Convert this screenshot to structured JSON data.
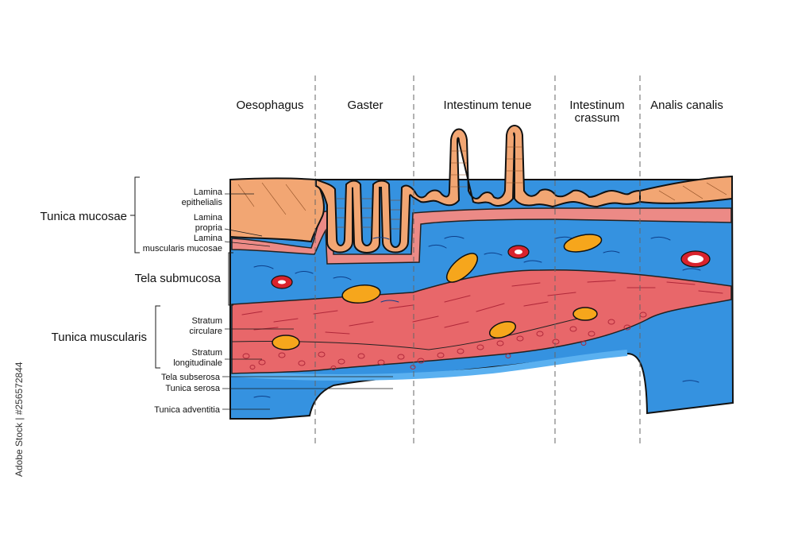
{
  "colors": {
    "epithelium": "#f2a673",
    "mucosa_pink": "#ec8a86",
    "submucosa_blue": "#3592e0",
    "muscle_red": "#e8676a",
    "vessel_red": "#d9232d",
    "gland_yellow": "#f6a61c",
    "outline": "#111111"
  },
  "sections": [
    "Oesophagus",
    "Gaster",
    "Intestinum tenue",
    "Intestinum",
    "crassum",
    "Analis canalis"
  ],
  "groups": {
    "mucosae": "Tunica mucosae",
    "submucosa": "Tela submucosa",
    "muscularis": "Tunica muscularis"
  },
  "layers": {
    "lamina_epithelialis_1": "Lamina",
    "lamina_epithelialis_2": "epithelialis",
    "lamina_propria_1": "Lamina",
    "lamina_propria_2": "propria",
    "lamina_muscularis_1": "Lamina",
    "lamina_muscularis_2": "muscularis mucosae",
    "stratum_circulare_1": "Stratum",
    "stratum_circulare_2": "circulare",
    "stratum_longitudinale_1": "Stratum",
    "stratum_longitudinale_2": "longitudinale",
    "tela_subserosa": "Tela subserosa",
    "tunica_serosa": "Tunica serosa",
    "tunica_adventitia": "Tunica adventitia"
  },
  "watermark": "Adobe Stock | #256572844"
}
